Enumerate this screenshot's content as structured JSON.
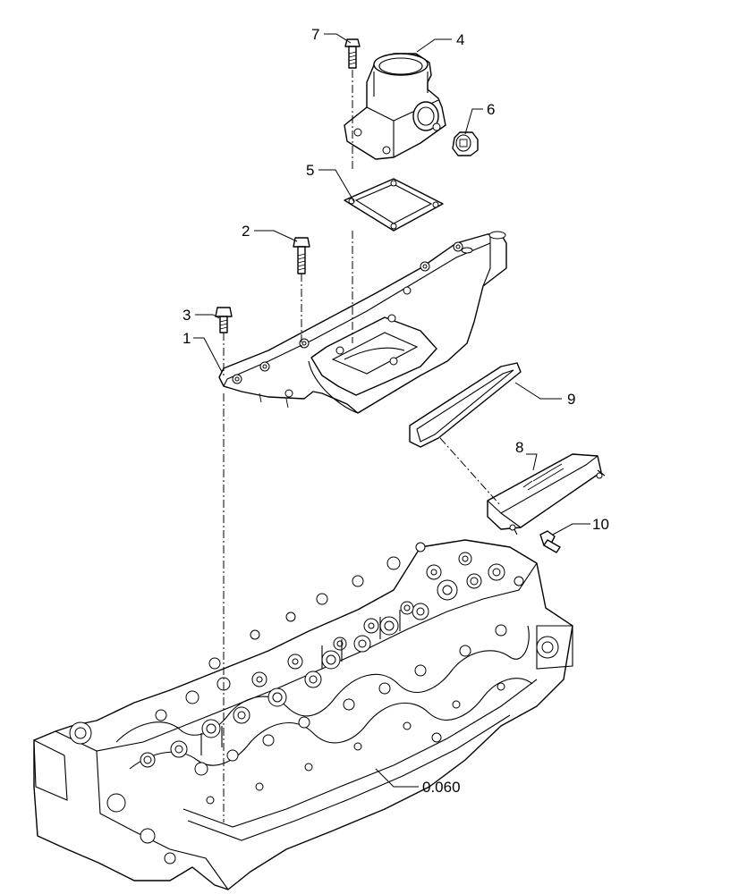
{
  "callouts": [
    {
      "id": "1",
      "label": "1"
    },
    {
      "id": "2",
      "label": "2"
    },
    {
      "id": "3",
      "label": "3"
    },
    {
      "id": "4",
      "label": "4"
    },
    {
      "id": "5",
      "label": "5"
    },
    {
      "id": "6",
      "label": "6"
    },
    {
      "id": "7",
      "label": "7"
    },
    {
      "id": "8",
      "label": "8"
    },
    {
      "id": "9",
      "label": "9"
    },
    {
      "id": "10",
      "label": "10"
    },
    {
      "id": "ref",
      "label": "0.060"
    }
  ],
  "colors": {
    "line": "#000000",
    "background": "#ffffff"
  }
}
